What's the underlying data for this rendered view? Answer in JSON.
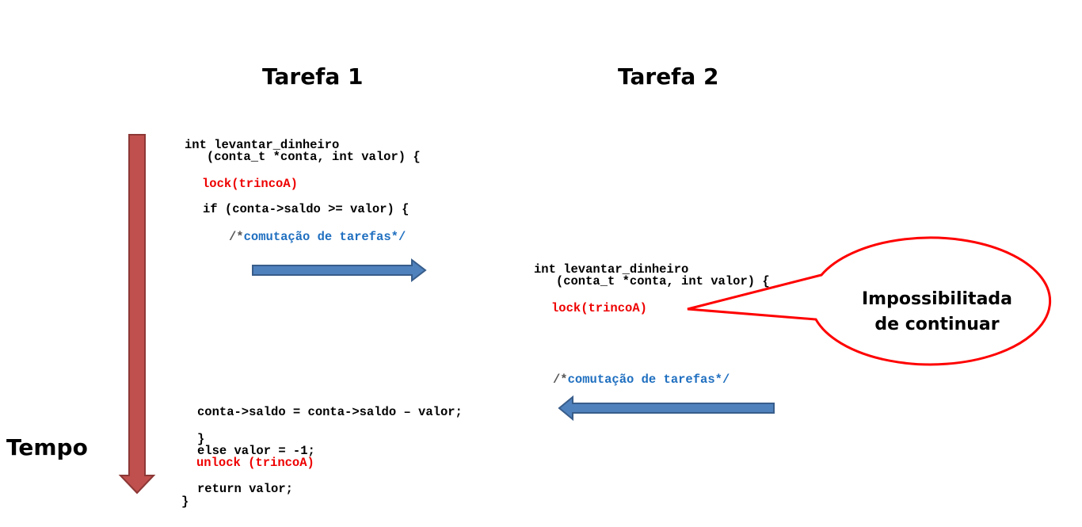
{
  "titles": {
    "task1": "Tarefa 1",
    "task2": "Tarefa 2",
    "time": "Tempo"
  },
  "task1_code": {
    "sig1": "int levantar_dinheiro",
    "sig2": "   (conta_t *conta, int valor) {",
    "lock": "lock(trincoA)",
    "if": "if (conta->saldo >= valor) {",
    "comment_prefix": "/*",
    "comment_body": "comutação de tarefas*/",
    "saldo": "conta->saldo = conta->saldo – valor;",
    "close_if": "}",
    "else": "else valor = -1;",
    "unlock": "unlock (trincoA)",
    "return": "return valor;",
    "close_fn": "}"
  },
  "task2_code": {
    "sig1": "int levantar_dinheiro",
    "sig2": "   (conta_t *conta, int valor) {",
    "lock": "lock(trincoA)",
    "comment_prefix": "/*",
    "comment_body": "comutação de tarefas*/"
  },
  "callout": {
    "line1": "Impossibilitada",
    "line2": "de continuar"
  },
  "colors": {
    "time_arrow_fill": "#c0504d",
    "time_arrow_stroke": "#8c3836",
    "switch_arrow_fill": "#4f81bd",
    "switch_arrow_stroke": "#385d8a",
    "callout_stroke": "#ff0000",
    "lock_text": "#ee0000",
    "comment_text": "#1f6fc0"
  }
}
